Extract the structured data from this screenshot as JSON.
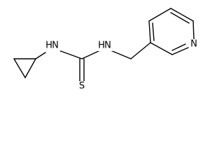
{
  "molecule": {
    "atoms": {
      "amine_n1": "N",
      "amine_n1_h": "H",
      "amine_n2": "N",
      "amine_n2_h": "H",
      "thione_s": "S",
      "pyridine_n": "N"
    },
    "colors": {
      "bond": "#000000",
      "text": "#000000",
      "background": "#ffffff"
    }
  }
}
